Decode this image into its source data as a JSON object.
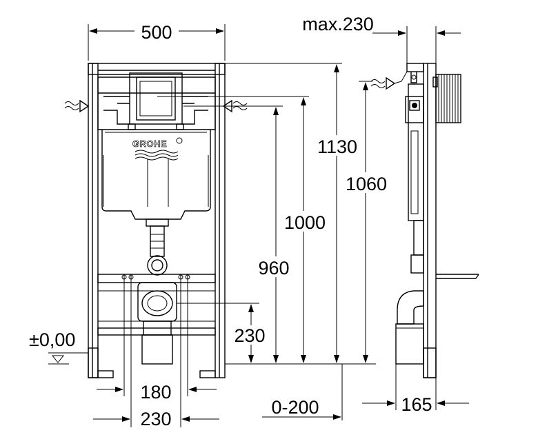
{
  "brand": "GROHE",
  "dimensions": {
    "width_frame": "500",
    "max_depth": "max.230",
    "height_frame": "1130",
    "height_1060": "1060",
    "height_1000": "1000",
    "height_960": "960",
    "outlet_height": "230",
    "floor_level": "±0,00",
    "bolt_spacing": "180",
    "pipe_spacing": "230",
    "adjust_range": "0-200",
    "side_depth": "165"
  }
}
